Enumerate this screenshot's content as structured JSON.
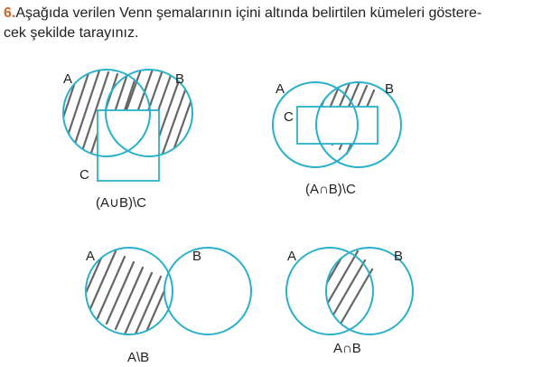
{
  "question": {
    "number": "6.",
    "text_line1": "Aşağıda verilen Venn şemalarının içini altında belirtilen kümeleri göstere-",
    "text_line2": "cek şekilde tarayınız."
  },
  "diagrams": [
    {
      "label_a": "A",
      "label_b": "B",
      "label_c": "C",
      "caption": "(A∪B)\\C"
    },
    {
      "label_a": "A",
      "label_b": "B",
      "label_c": "C",
      "caption": "(A∩B)\\C"
    },
    {
      "label_a": "A",
      "label_b": "B",
      "caption": "A\\B"
    },
    {
      "label_a": "A",
      "label_b": "B",
      "caption": "A∩B"
    }
  ],
  "colors": {
    "circle_stroke": "#2bb0c9",
    "hatch": "#666666",
    "question_number": "#d2662b"
  }
}
